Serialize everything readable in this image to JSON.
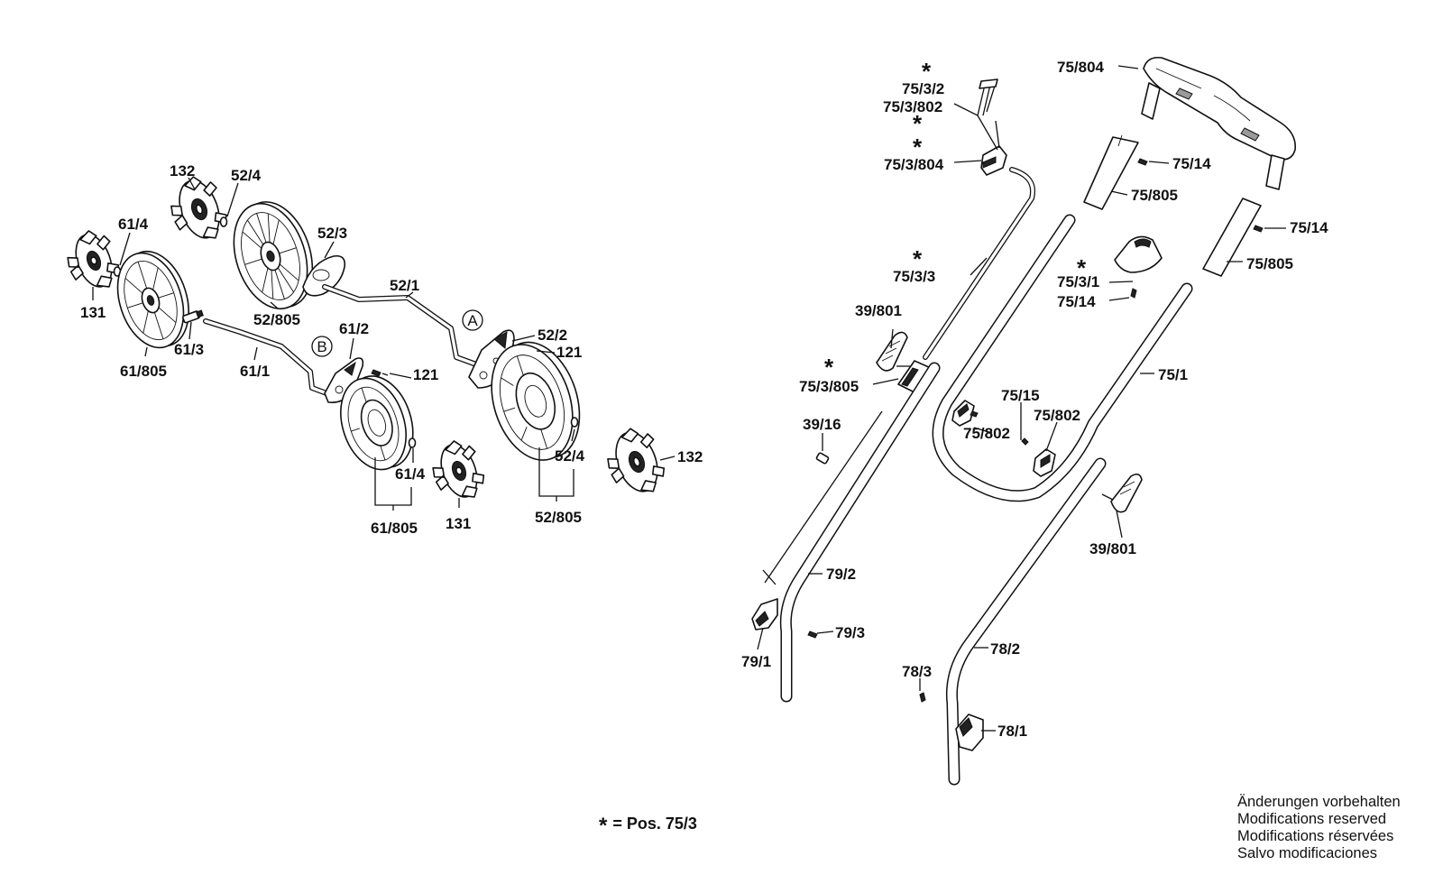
{
  "diagram": {
    "labels": {
      "l_132_top": "132",
      "l_52_4_top": "52/4",
      "l_61_4_top": "61/4",
      "l_52_3": "52/3",
      "l_131_left": "131",
      "l_52_805_top": "52/805",
      "l_52_1": "52/1",
      "l_61_2": "61/2",
      "l_61_3": "61/3",
      "l_61_805_top": "61/805",
      "l_61_1": "61/1",
      "l_52_2": "52/2",
      "l_121_a": "121",
      "l_121_b": "121",
      "l_52_4_bot": "52/4",
      "l_132_bot": "132",
      "l_61_4_bot": "61/4",
      "l_61_805_bot": "61/805",
      "l_131_bot": "131",
      "l_52_805_bot": "52/805",
      "l_75_804": "75/804",
      "l_75_3_2": "75/3/2",
      "l_75_3_802": "75/3/802",
      "l_75_3_804": "75/3/804",
      "l_75_14_a": "75/14",
      "l_75_805_a": "75/805",
      "l_75_14_b": "75/14",
      "l_75_805_b": "75/805",
      "l_75_3_3": "75/3/3",
      "l_75_3_1": "75/3/1",
      "l_75_14_c": "75/14",
      "l_39_801_a": "39/801",
      "l_75_1": "75/1",
      "l_75_3_805": "75/3/805",
      "l_75_15": "75/15",
      "l_75_802_a": "75/802",
      "l_75_802_b": "75/802",
      "l_39_16": "39/16",
      "l_39_801_b": "39/801",
      "l_79_2": "79/2",
      "l_79_3": "79/3",
      "l_79_1": "79/1",
      "l_78_2": "78/2",
      "l_78_3": "78/3",
      "l_78_1": "78/1"
    },
    "callout_a": "A",
    "callout_b": "B",
    "asterisk": "*"
  },
  "footnote": {
    "symbol": "*",
    "text": "= Pos.  75/3"
  },
  "notes": [
    "Änderungen vorbehalten",
    "Modifications reserved",
    "Modifications réservées",
    "Salvo modificaciones"
  ]
}
